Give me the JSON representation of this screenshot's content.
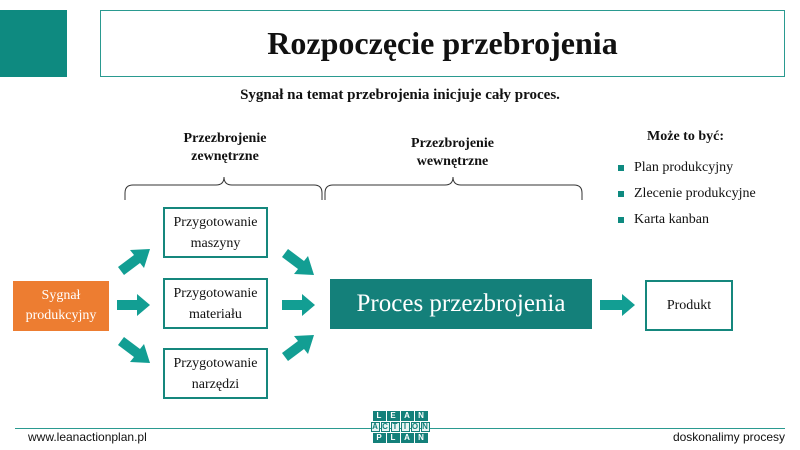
{
  "title": "Rozpoczęcie przebrojenia",
  "subtitle": "Sygnał na temat przebrojenia inicjuje cały proces.",
  "external": {
    "line1": "Przezbrojenie",
    "line2": "zewnętrzne"
  },
  "internal": {
    "line1": "Przezbrojenie",
    "line2": "wewnętrzne"
  },
  "examples": {
    "heading": "Może to być:",
    "items": [
      "Plan produkcyjny",
      "Zlecenie produkcyjne",
      "Karta kanban"
    ]
  },
  "signal": {
    "line1": "Sygnał",
    "line2": "produkcyjny"
  },
  "prep_machine": {
    "line1": "Przygotowanie",
    "line2": "maszyny"
  },
  "prep_material": {
    "line1": "Przygotowanie",
    "line2": "materiału"
  },
  "prep_tools": {
    "line1": "Przygotowanie",
    "line2": "narzędzi"
  },
  "process": "Proces przezbrojenia",
  "product": "Produkt",
  "footer": {
    "website": "www.leanactionplan.pl",
    "slogan": "doskonalimy procesy"
  },
  "logo": {
    "row1": [
      "L",
      "E",
      "A",
      "N"
    ],
    "row2": [
      "A",
      "C",
      "T",
      "I",
      "O",
      "N"
    ],
    "row3": [
      "P",
      "L",
      "A",
      "N"
    ]
  },
  "colors": {
    "teal": "#14807a",
    "orange": "#ed7d31"
  }
}
